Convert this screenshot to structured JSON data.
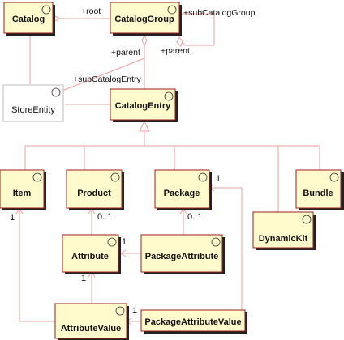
{
  "diagram": {
    "classes": {
      "catalog": {
        "label": "Catalog"
      },
      "catalog_group": {
        "label": "CatalogGroup"
      },
      "store_entity": {
        "label": "StoreEntity"
      },
      "catalog_entry": {
        "label": "CatalogEntry"
      },
      "item": {
        "label": "Item"
      },
      "product": {
        "label": "Product"
      },
      "package": {
        "label": "Package"
      },
      "bundle": {
        "label": "Bundle"
      },
      "dynamic_kit": {
        "label": "DynamicKit"
      },
      "attribute": {
        "label": "Attribute"
      },
      "package_attribute": {
        "label": "PackageAttribute"
      },
      "attribute_value": {
        "label": "AttributeValue"
      },
      "package_attribute_value": {
        "label": "PackageAttributeValue"
      }
    },
    "association_labels": {
      "root": "+root",
      "sub_catalog_group": "+subCatalogGroup",
      "parent_left": "+parent",
      "parent_right": "+parent",
      "sub_catalog_entry": "+subCatalogEntry"
    },
    "multiplicities": {
      "package_top": "1",
      "product_bottom": "0..1",
      "package_bottom": "0..1",
      "attribute_right": "1",
      "item_left": "1",
      "attribute_bottom": "1",
      "attribute_value_right": "1"
    },
    "colors": {
      "box_fill": "#fffbcc",
      "box_border": "#9c1d1d",
      "edge": "#e8a0a0",
      "plain_box_border": "#bdbdbd"
    }
  }
}
